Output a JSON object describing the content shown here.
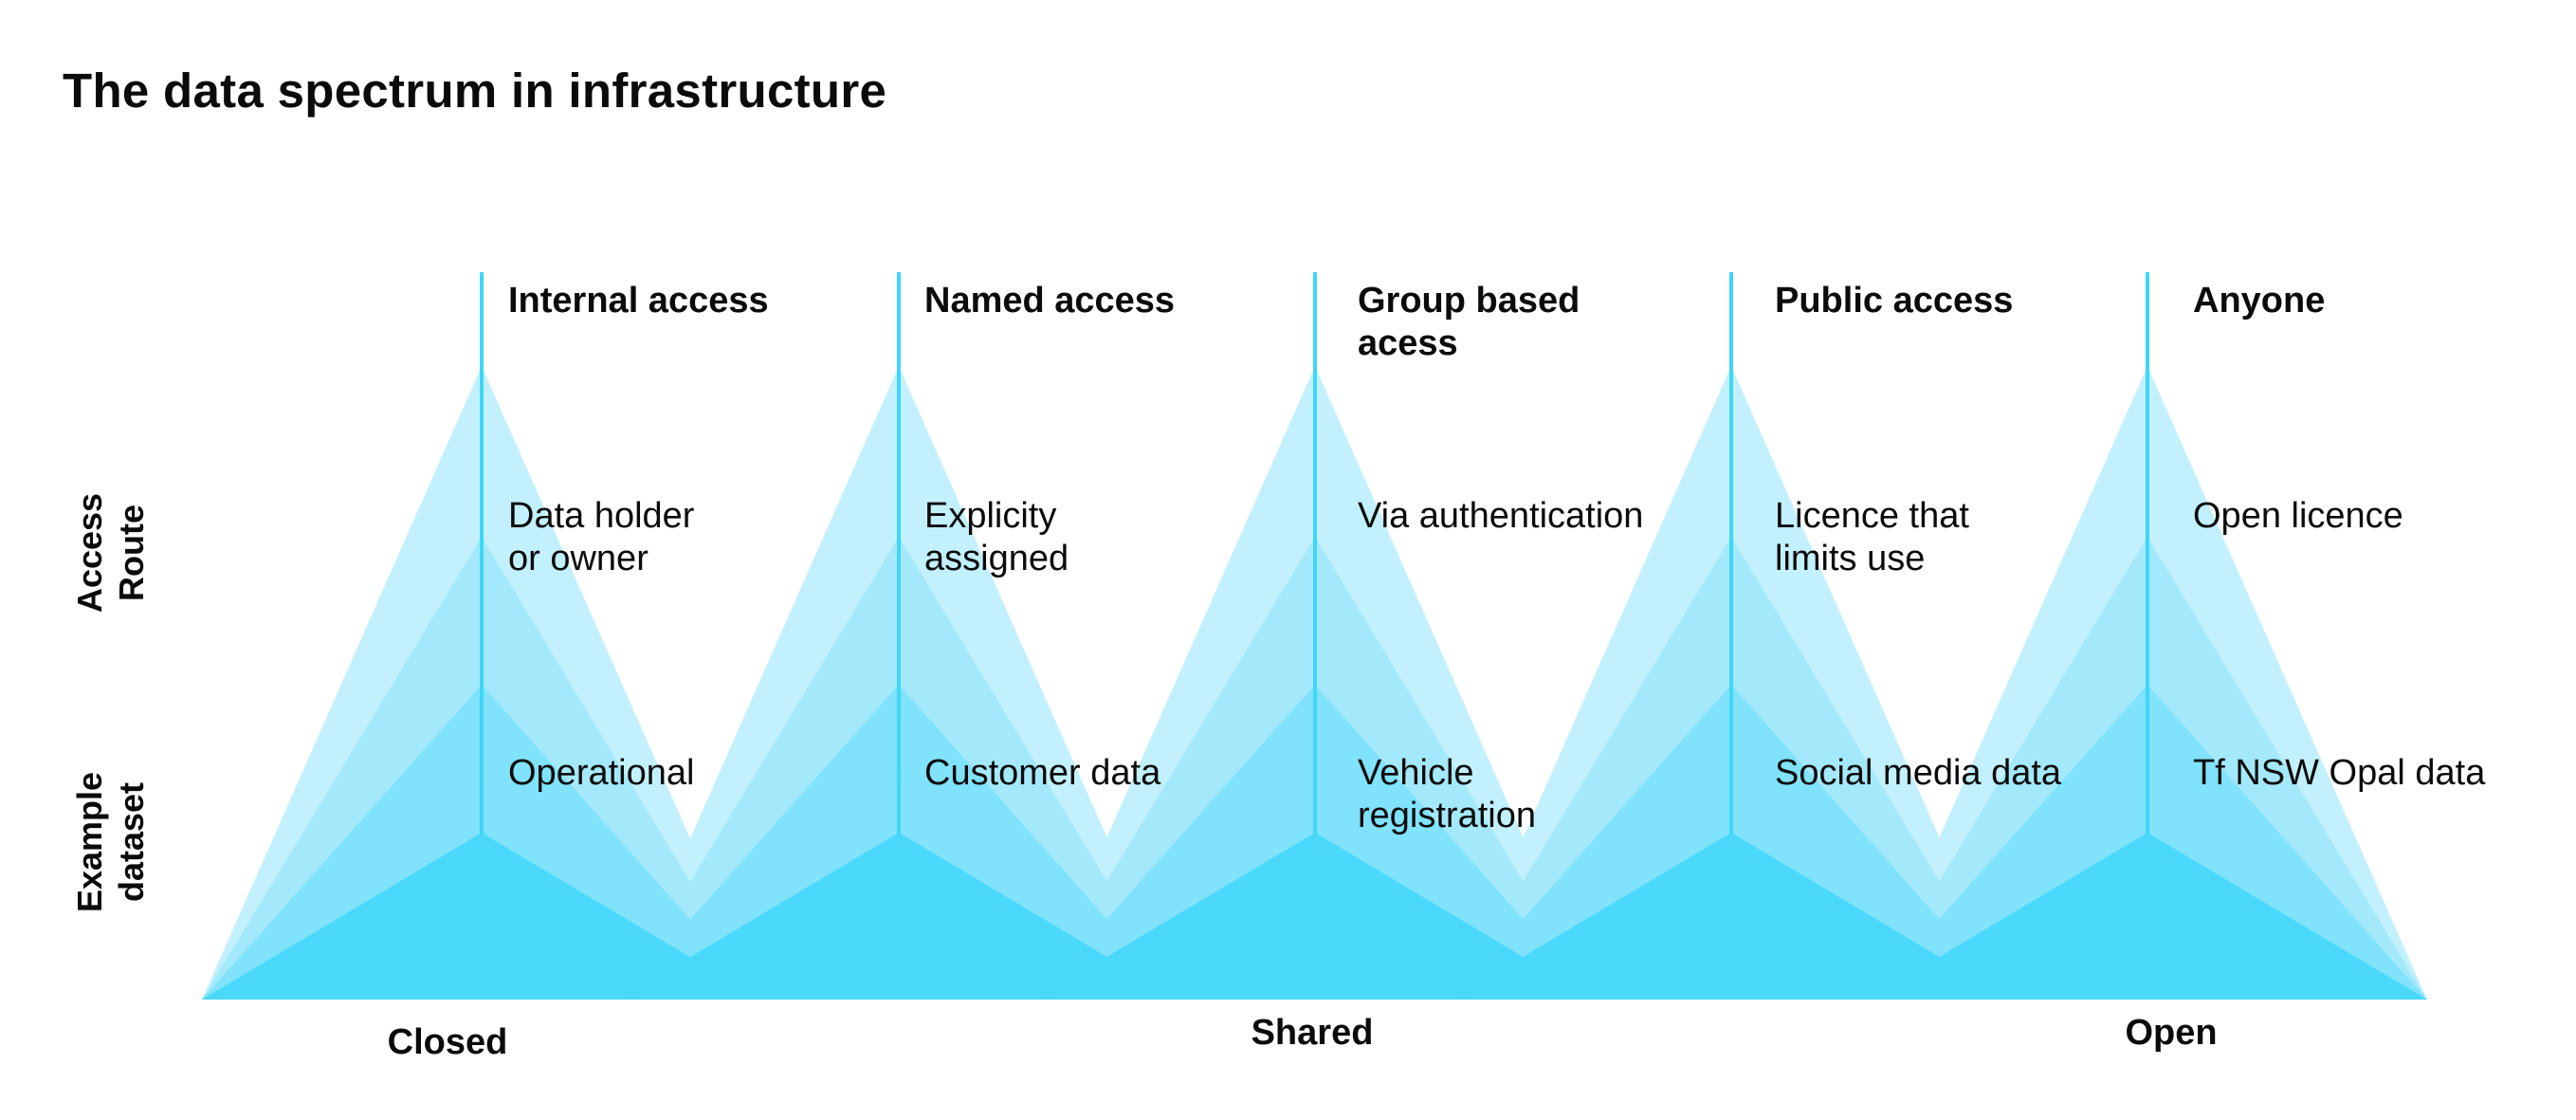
{
  "title": "The data spectrum in infrastructure",
  "row_labels": {
    "access_route": "Access\nRoute",
    "example_dataset": "Example\ndataset"
  },
  "columns": [
    {
      "header": "Internal access",
      "access_route": "Data holder\nor owner",
      "example_dataset": "Operational"
    },
    {
      "header": "Named access",
      "access_route": "Explicity\nassigned",
      "example_dataset": "Customer data"
    },
    {
      "header": "Group based\nacess",
      "access_route": "Via authentication",
      "example_dataset": "Vehicle\nregistration"
    },
    {
      "header": "Public access",
      "access_route": "Licence that\nlimits use",
      "example_dataset": "Social media data"
    },
    {
      "header": "Anyone",
      "access_route": "Open licence",
      "example_dataset": "Tf NSW Opal data"
    }
  ],
  "spectrum": {
    "closed": "Closed",
    "shared": "Shared",
    "open": "Open"
  },
  "colors": {
    "layer_light": "#c2f1fd",
    "layer_mid_light": "#a4e9fb",
    "layer_mid": "#80e2fb",
    "layer_dark": "#4ad9fb",
    "axis_line": "#3fd6f8"
  }
}
